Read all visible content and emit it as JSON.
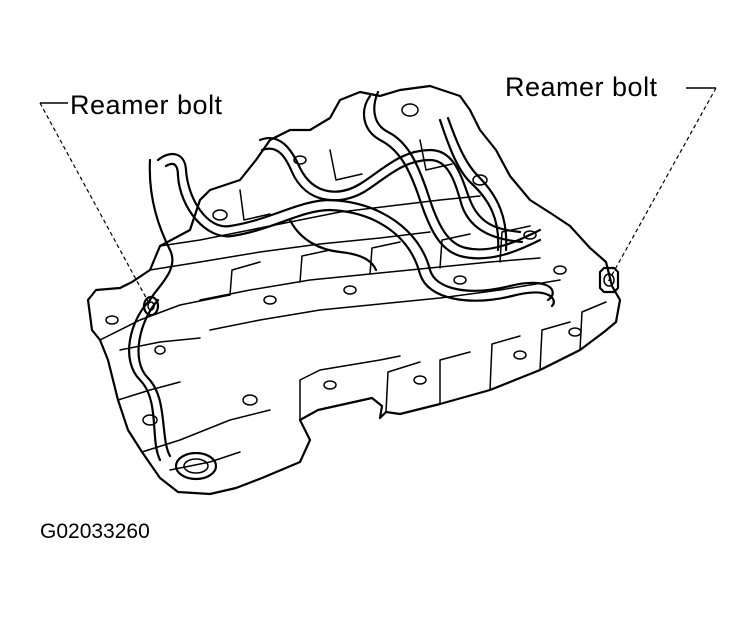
{
  "labels": {
    "left_callout": "Reamer bolt",
    "right_callout": "Reamer bolt"
  },
  "caption": "G02033260",
  "colors": {
    "ink": "#000000",
    "background": "#ffffff"
  }
}
